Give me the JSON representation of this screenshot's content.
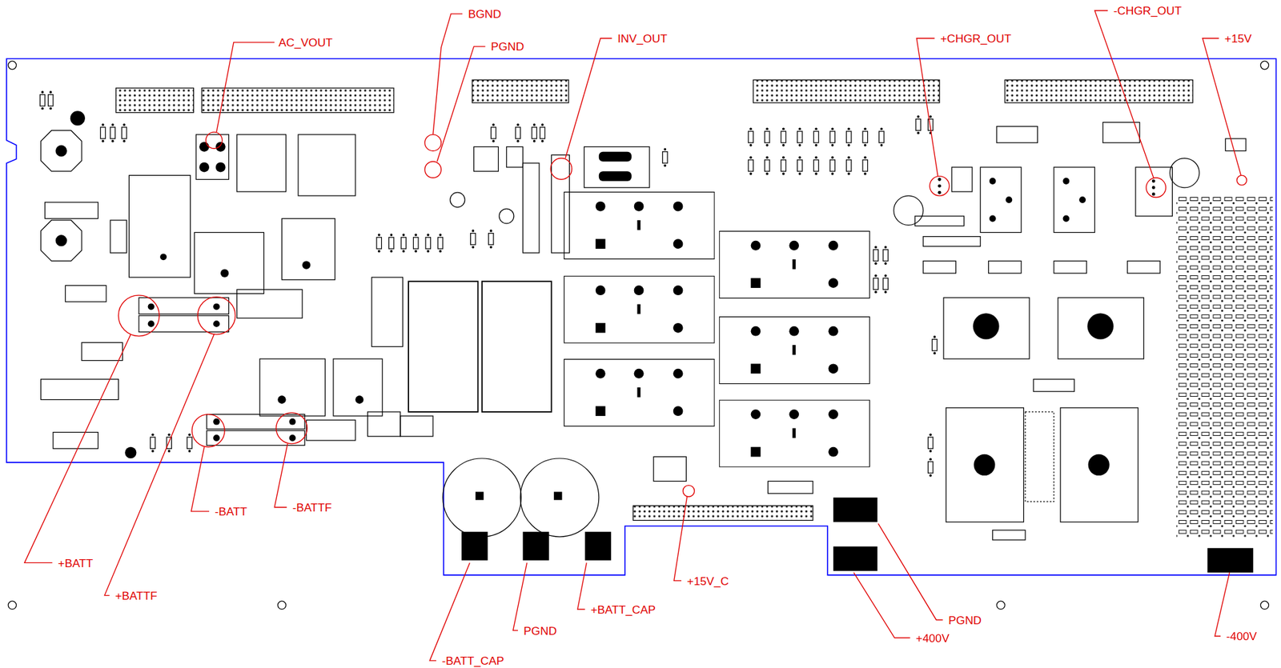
{
  "diagram": {
    "labels": [
      "AC_VOUT",
      "BGND",
      "PGND",
      "INV_OUT",
      "+CHGR_OUT",
      "-CHGR_OUT",
      "+15V",
      "+BATT",
      "+BATTF",
      "-BATT",
      "-BATTF",
      "-BATT_CAP",
      "PGND",
      "+BATT_CAP",
      "+15V_C",
      "PGND",
      "+400V",
      "-400V"
    ]
  }
}
